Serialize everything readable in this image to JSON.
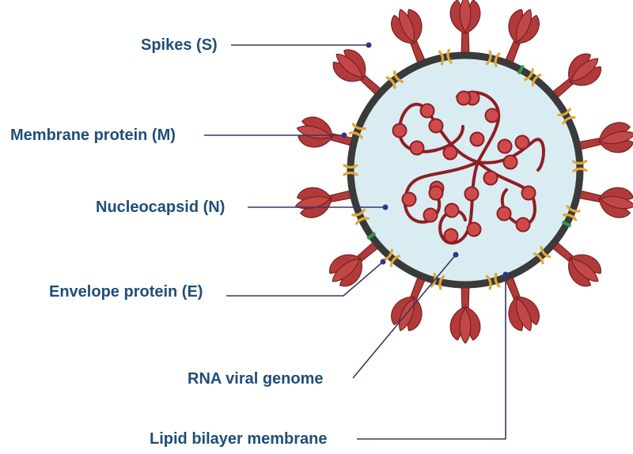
{
  "labels": {
    "spikes": "Spikes (S)",
    "membrane_protein": "Membrane protein (M)",
    "nucleocapsid": "Nucleocapsid (N)",
    "envelope_protein": "Envelope protein (E)",
    "rna_genome": "RNA viral genome",
    "lipid_bilayer": "Lipid bilayer membrane"
  },
  "colors": {
    "label_text": "#1f4e79",
    "leader_line": "#3b3564",
    "leader_dot": "#3d2e8c",
    "membrane": "#3a3a3a",
    "interior": "#d9ecf2",
    "spike": "#b23a3a",
    "spike_dark": "#7a2020",
    "rna": "#8e1f24",
    "nucleocapsid": "#cf4b4b",
    "membrane_protein": "#e0a832",
    "envelope_protein": "#2f9a4f"
  }
}
